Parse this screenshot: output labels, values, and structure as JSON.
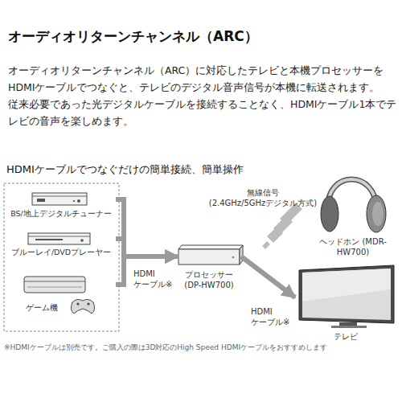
{
  "diagram": {
    "title": "オーディオリターンチャンネル（ARC）",
    "nodes": [
      {
        "text": [
          "BS/地上デジタルチューナー"
        ]
      },
      {
        "text": [
          "ブルーレイ/DVDプレーヤー"
        ]
      },
      {
        "text": [
          "ゲーム機"
        ]
      },
      {
        "text": [
          "プロセッサー (DP-HW700)"
        ]
      },
      {
        "text": [
          "ヘッドホン (MDR-HW700)"
        ]
      },
      {
        "text": [
          "テレビ"
        ]
      }
    ],
    "edges": [
      {
        "from": 0,
        "to": 3,
        "arrow": "to"
      },
      {
        "from": 1,
        "to": 3,
        "label": "HDMI ケーブル※",
        "arrow": "to"
      },
      {
        "from": 2,
        "to": 3,
        "arrow": "to"
      },
      {
        "from": 3,
        "to": 5,
        "label": "HDMI ケーブル※",
        "arrow": "to"
      }
    ],
    "labels": [
      "オーディオリターンチャンネル（ARC）に対応したテレビと本機プロセッサーをHDMIケーブルでつなぐと、テレビのデジタル音声信号が本機に転送されます。",
      "従来必要であった光デジタルケーブルを接続することなく、HDMIケーブル1本でテレビの音声を楽しめます。",
      "HDMIケーブルでつなぐだけの簡単接続、簡単操作",
      "無線信号 (2.4GHz/5GHzデジタル方式)",
      "※HDMIケーブルは別売です。ご購入の際は3D対応のHigh Speed HDMIケーブルをおすすめします"
    ]
  }
}
